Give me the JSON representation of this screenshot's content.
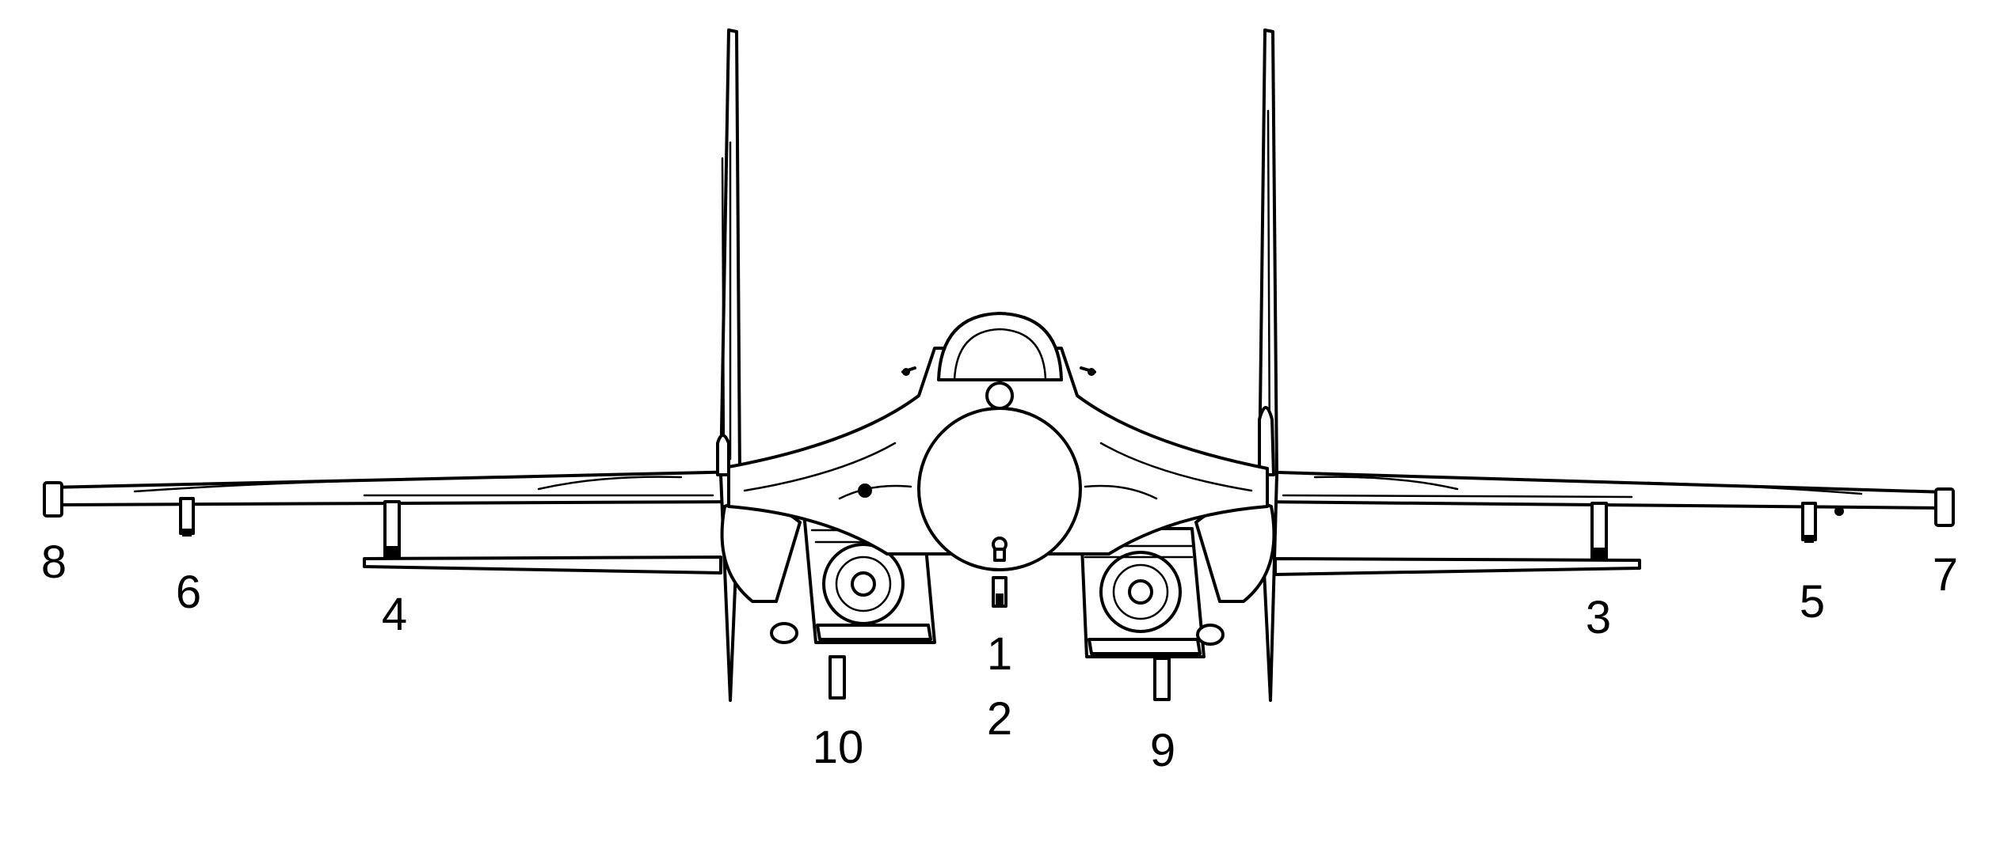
{
  "stations": [
    {
      "id": "station-1",
      "label": "1"
    },
    {
      "id": "station-2",
      "label": "2"
    },
    {
      "id": "station-3",
      "label": "3"
    },
    {
      "id": "station-4",
      "label": "4"
    },
    {
      "id": "station-5",
      "label": "5"
    },
    {
      "id": "station-6",
      "label": "6"
    },
    {
      "id": "station-7",
      "label": "7"
    },
    {
      "id": "station-8",
      "label": "8"
    },
    {
      "id": "station-9",
      "label": "9"
    },
    {
      "id": "station-10",
      "label": "10"
    }
  ]
}
